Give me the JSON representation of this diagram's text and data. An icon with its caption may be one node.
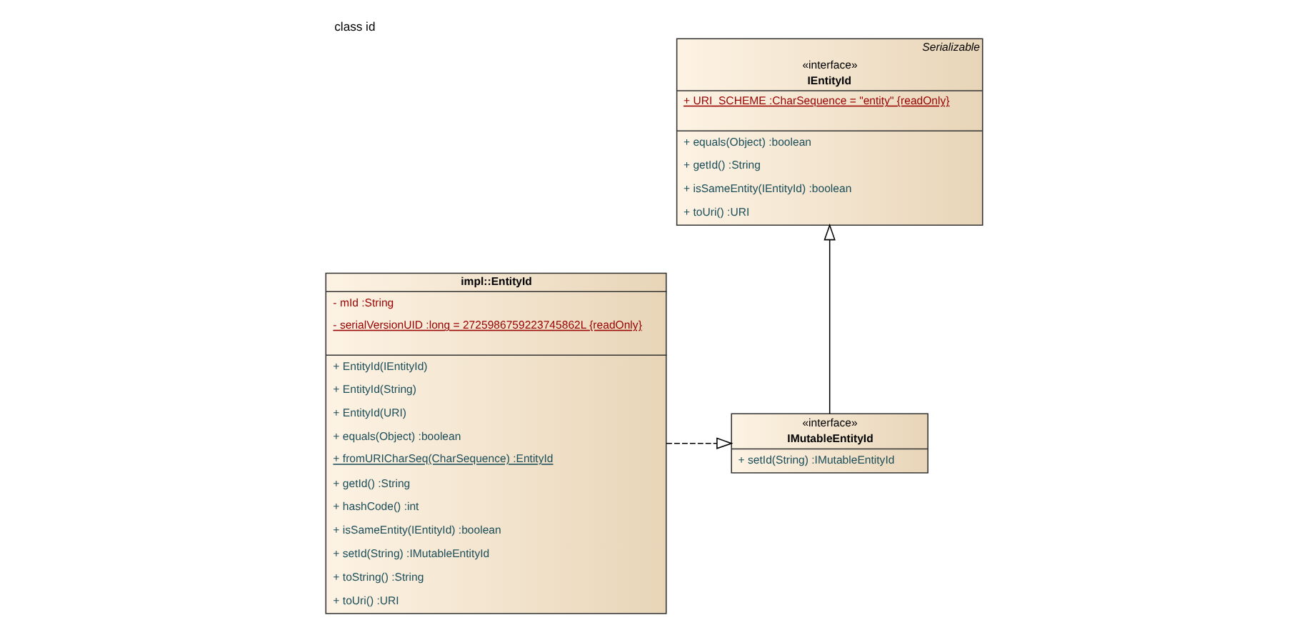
{
  "diagram": {
    "title": "class id",
    "nodes": [
      {
        "text": [
          "Serializable",
          "«interface»",
          "IEntityId",
          "+ URI_SCHEME :CharSequence = \"entity\" {readOnly}",
          "+ equals(Object) :boolean",
          "+ getId() :String",
          "+ isSameEntity(IEntityId) :boolean",
          "+ toUri() :URI"
        ]
      },
      {
        "text": [
          "«interface»",
          "IMutableEntityId",
          "+ setId(String) :IMutableEntityId"
        ]
      },
      {
        "text": [
          "impl::EntityId",
          "- mId :String",
          "- serialVersionUID :long = 2725986759223745862L {readOnly}",
          "+ EntityId(IEntityId)",
          "+ EntityId(String)",
          "+ EntityId(URI)",
          "+ equals(Object) :boolean",
          "+ fromURICharSeq(CharSequence) :EntityId",
          "+ getId() :String",
          "+ hashCode() :int",
          "+ isSameEntity(IEntityId) :boolean",
          "+ setId(String) :IMutableEntityId",
          "+ toString() :String",
          "+ toUri() :URI"
        ]
      }
    ],
    "edges": [
      {
        "from": 1,
        "to": 0,
        "arrow": "to"
      },
      {
        "from": 2,
        "to": 1,
        "arrow": "to",
        "style": "dashed"
      }
    ]
  }
}
